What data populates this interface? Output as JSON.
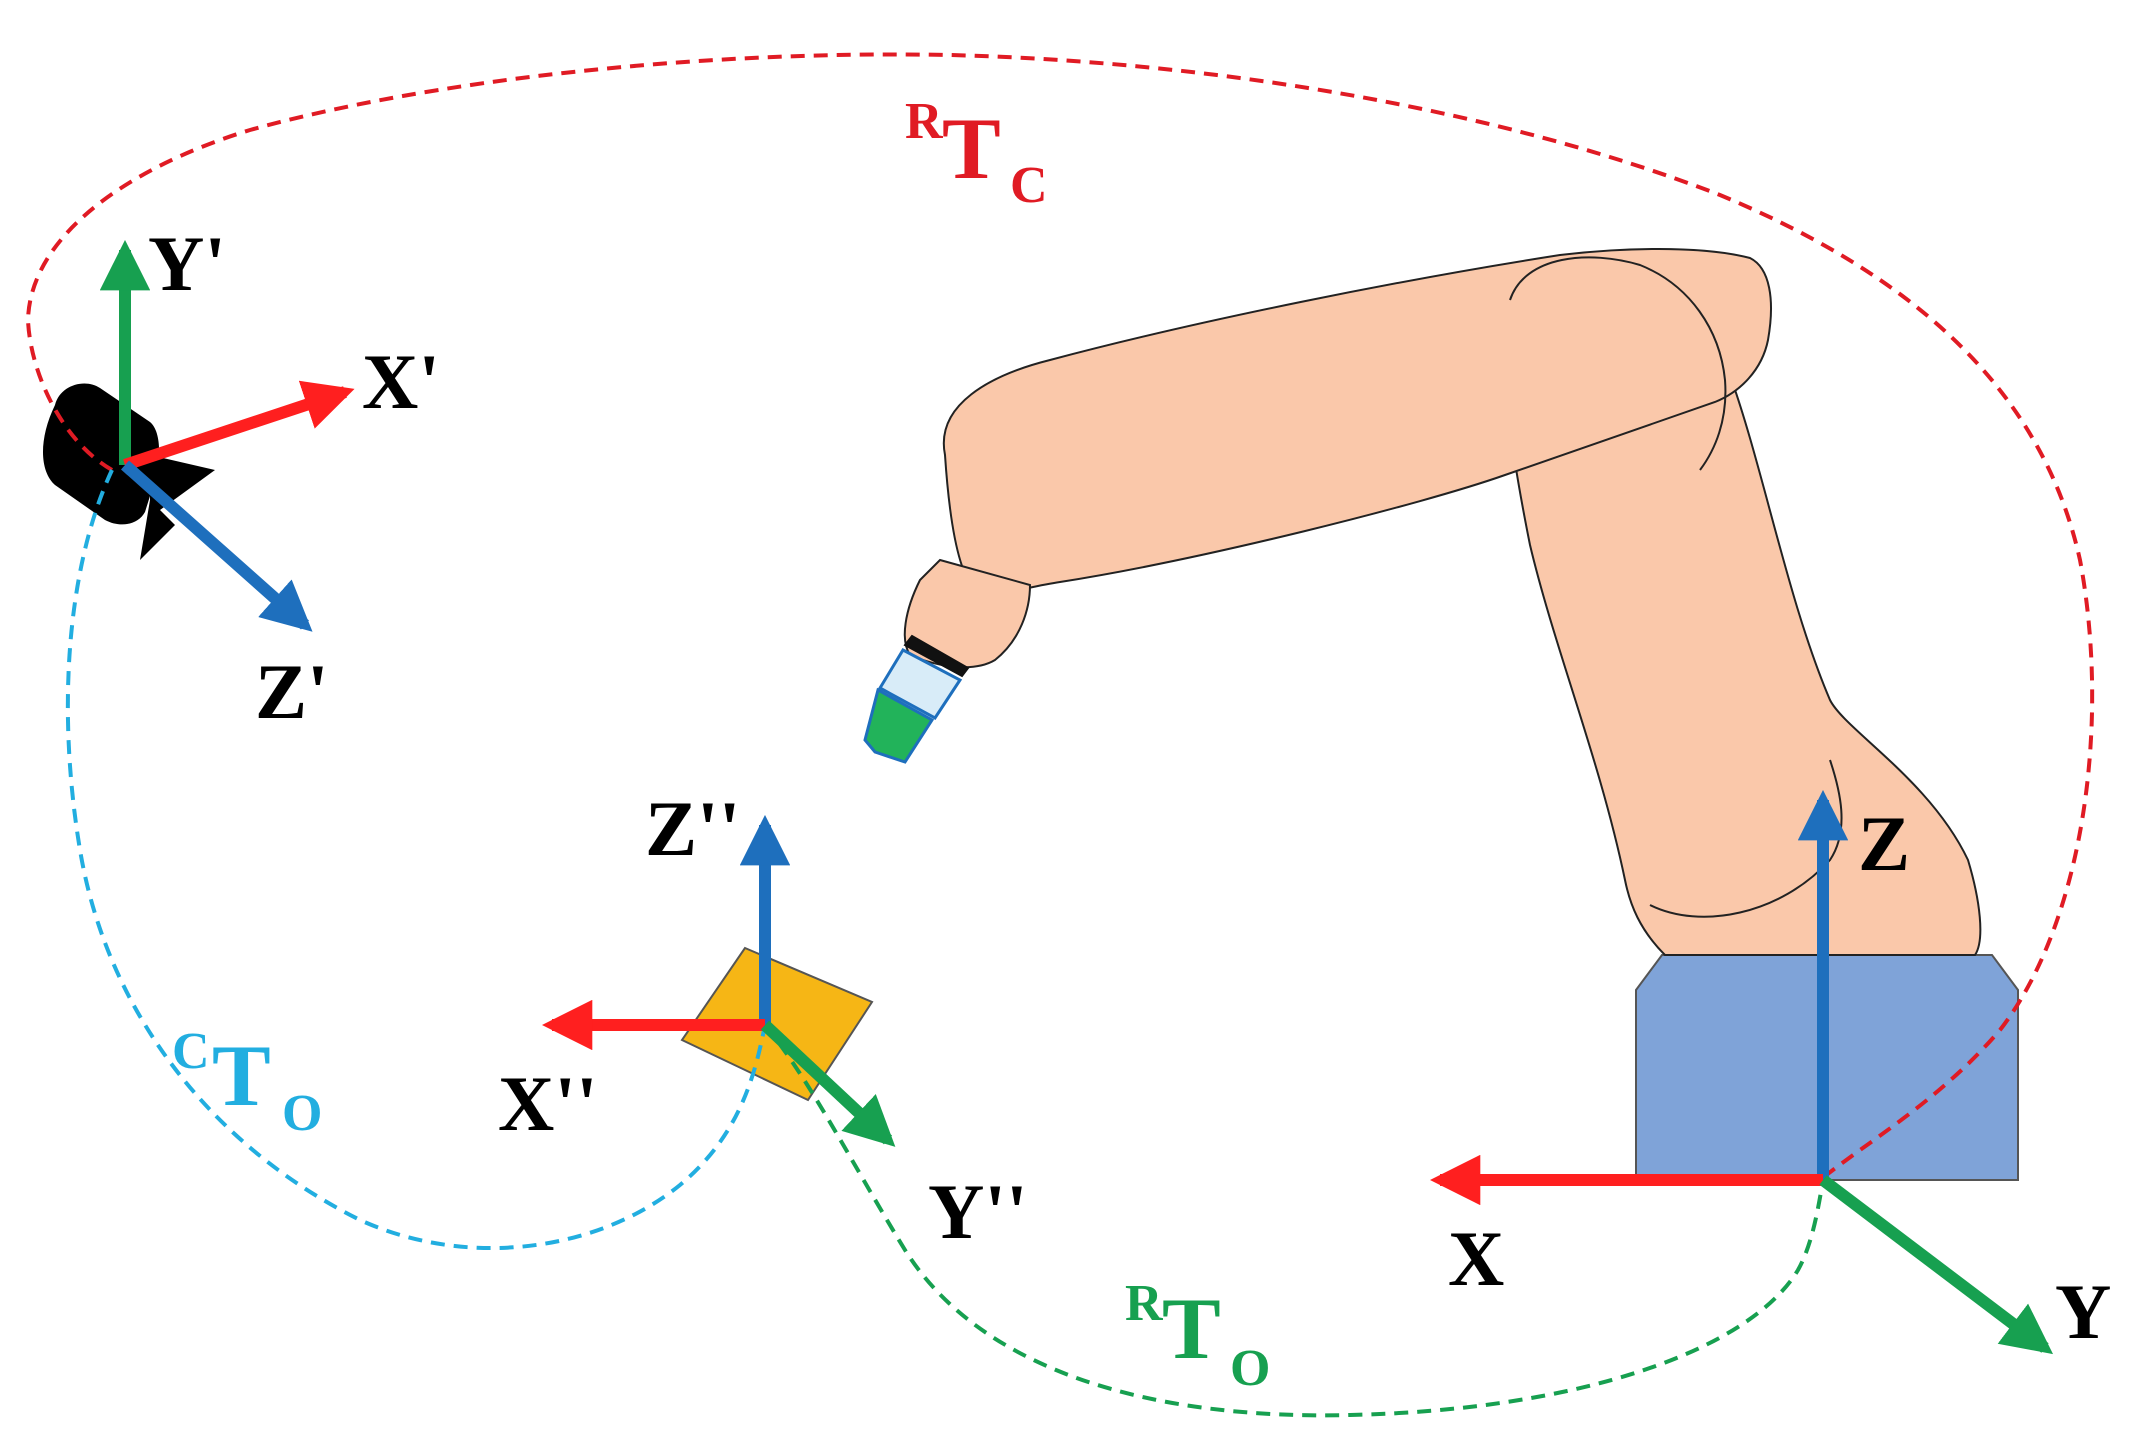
{
  "colors": {
    "red": "#ff1f1f",
    "green": "#17a050",
    "blue": "#1e6fbd",
    "cyan": "#22aee0",
    "dark_red": "#e01b24",
    "robot_skin": "#fac8aa",
    "robot_base": "#7fa3d8",
    "object": "#f6b615",
    "camera": "#000000",
    "gripper": "#22b35a"
  },
  "frames": {
    "camera": {
      "x": "X'",
      "y": "Y'",
      "z": "Z'"
    },
    "object": {
      "x": "X''",
      "y": "Y''",
      "z": "Z''"
    },
    "robot": {
      "x": "X",
      "y": "Y",
      "z": "Z"
    }
  },
  "transforms": {
    "robot_camera": {
      "sup": "R",
      "main": "T",
      "sub": "C"
    },
    "camera_object": {
      "sup": "C",
      "main": "T",
      "sub": "O"
    },
    "robot_object": {
      "sup": "R",
      "main": "T",
      "sub": "O"
    }
  }
}
